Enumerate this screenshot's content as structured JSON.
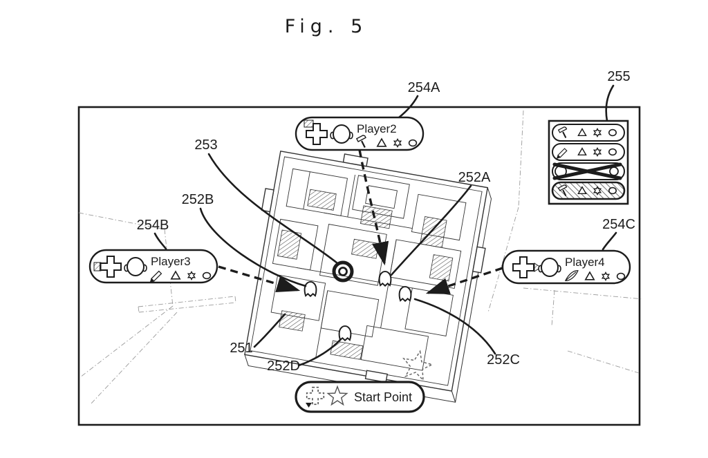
{
  "figure": {
    "title": "Fig. 5"
  },
  "labels": {
    "251": "251",
    "252A": "252A",
    "252B": "252B",
    "252C": "252C",
    "252D": "252D",
    "253": "253",
    "254A": "254A",
    "254B": "254B",
    "254C": "254C",
    "255": "255"
  },
  "badges": {
    "player2": {
      "name": "Player2",
      "marker_icon": "flag-icon",
      "tool_icon": "hammer-icon",
      "item_icons": [
        "triangle-icon",
        "star-icon",
        "circle-icon"
      ]
    },
    "player3": {
      "name": "Player3",
      "marker_icon": "square-marker-icon",
      "tool_icon": "pencil-icon",
      "item_icons": [
        "triangle-icon",
        "star-icon",
        "circle-icon"
      ]
    },
    "player4": {
      "name": "Player4",
      "marker_icon": "arrow-marker-icon",
      "tool_icon": "feather-icon",
      "item_icons": [
        "triangle-icon",
        "star-icon",
        "circle-icon"
      ]
    },
    "start_point": {
      "label": "Start Point",
      "icons": [
        "plus-outline-icon",
        "star-outline-icon"
      ]
    }
  },
  "panel_255": {
    "rows": [
      {
        "icons": [
          "hammer-icon",
          "triangle-icon",
          "star-icon",
          "circle-icon"
        ],
        "state": "normal"
      },
      {
        "icons": [
          "pencil-icon",
          "triangle-icon",
          "star-icon",
          "circle-icon"
        ],
        "state": "normal"
      },
      {
        "icons": [
          "circle-icon",
          "circle-icon"
        ],
        "state": "crossed-out"
      },
      {
        "icons": [
          "hammer-icon",
          "triangle-icon",
          "star-icon",
          "circle-icon"
        ],
        "state": "hatched"
      }
    ]
  },
  "map": {
    "field_ref": "251",
    "ring_cursor_ref": "253",
    "character_refs": [
      "252A",
      "252B",
      "252C",
      "252D"
    ],
    "start_star_icon": "star-outline-icon"
  }
}
